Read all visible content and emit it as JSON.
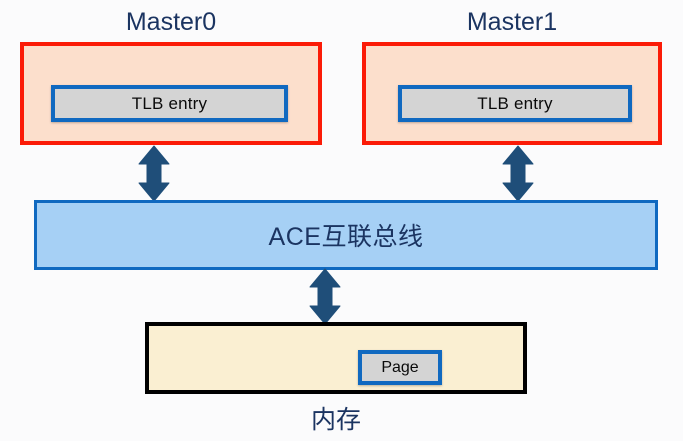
{
  "diagram": {
    "title_semantics": "ACE coherent interconnect with two masters, TLB entries and memory page",
    "background_color": "#fbfbfc",
    "masters": [
      {
        "title": "Master0",
        "box_fill": "#fcdfcc",
        "box_border": "#fb1b07",
        "inner": {
          "label": "TLB entry",
          "fill": "#d4d4d4",
          "border": "#1069c0"
        }
      },
      {
        "title": "Master1",
        "box_fill": "#fcdfcc",
        "box_border": "#fb1b07",
        "inner": {
          "label": "TLB entry",
          "fill": "#d4d4d4",
          "border": "#1069c0"
        }
      }
    ],
    "bus": {
      "label": "ACE互联总线",
      "fill": "#a6d0f5",
      "border": "#1069c0",
      "text_color": "#1b3461"
    },
    "memory": {
      "caption": "内存",
      "fill": "#faefd2",
      "border": "#000000",
      "inner": {
        "label": "Page",
        "fill": "#d4d4d4",
        "border": "#1069c0"
      }
    },
    "connectors": [
      {
        "name": "master0-to-bus",
        "kind": "double-arrow-vertical",
        "color": "#1f4e79"
      },
      {
        "name": "master1-to-bus",
        "kind": "double-arrow-vertical",
        "color": "#1f4e79"
      },
      {
        "name": "bus-to-memory",
        "kind": "double-arrow-vertical",
        "color": "#1f4e79"
      }
    ],
    "colors": {
      "title_text": "#1b3461",
      "arrow": "#1f4e79",
      "master_border": "#fb1b07",
      "master_fill": "#fcdfcc",
      "bus_fill": "#a6d0f5",
      "bus_border": "#1069c0",
      "memory_fill": "#faefd2",
      "memory_border": "#000000",
      "chip_fill": "#d4d4d4",
      "chip_border": "#1069c0"
    }
  }
}
